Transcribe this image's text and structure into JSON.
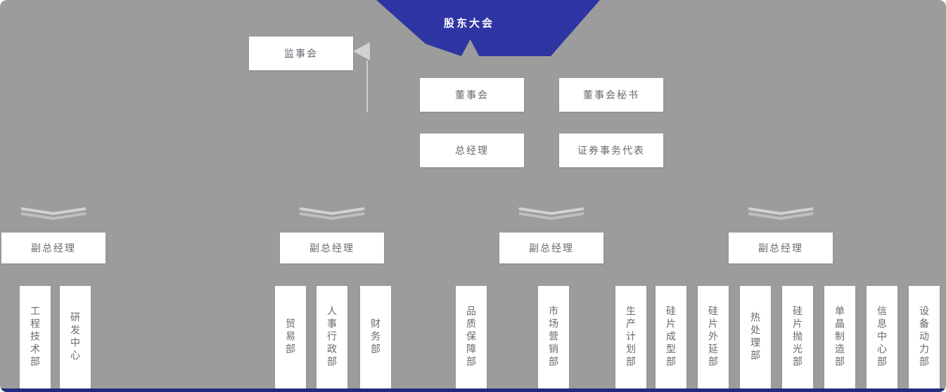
{
  "colors": {
    "background": "#9c9c9c",
    "banner_blue": "#2e35a3",
    "bottom_bar_blue": "#1f2b7d",
    "node_background": "#ffffff",
    "node_text": "#666a70"
  },
  "org": {
    "root": "股东大会",
    "supervisory_board": "监事会",
    "board_row": [
      "董事会",
      "董事会秘书"
    ],
    "manager_row": [
      "总经理",
      "证券事务代表"
    ],
    "deputies": [
      "副总经理",
      "副总经理",
      "副总经理",
      "副总经理"
    ],
    "department_groups": [
      {
        "departments": [
          "工程技术部",
          "研发中心"
        ]
      },
      {
        "departments": [
          "贸易部",
          "人事行政部",
          "财务部"
        ]
      },
      {
        "departments": [
          "品质保障部",
          "市场营销部"
        ]
      },
      {
        "departments": [
          "生产计划部",
          "硅片成型部",
          "硅片外延部",
          "热处理部",
          "硅片抛光部",
          "单晶制造部",
          "信息中心部",
          "设备动力部"
        ]
      }
    ]
  }
}
